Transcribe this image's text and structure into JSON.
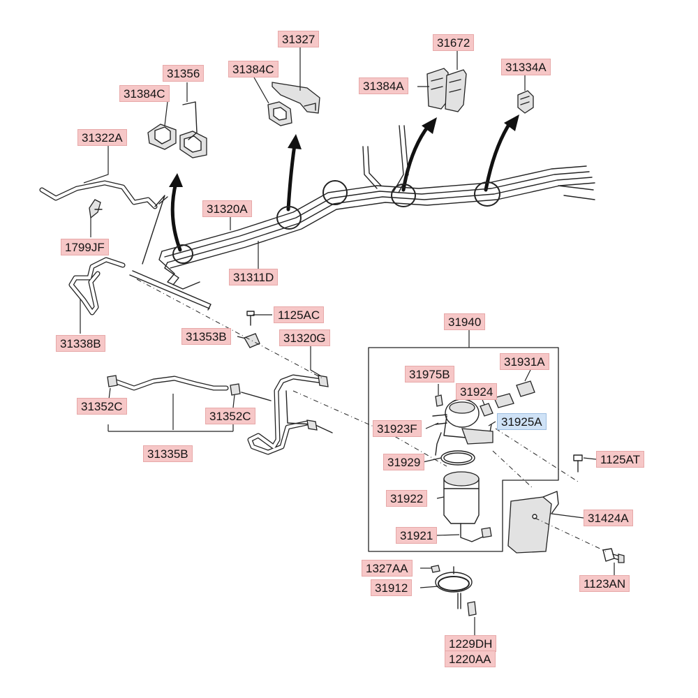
{
  "labels": {
    "p31327": "31327",
    "p31384C_top": "31384C",
    "p31356": "31356",
    "p31384C_left": "31384C",
    "p31672": "31672",
    "p31384A": "31384A",
    "p31334A": "31334A",
    "p31322A": "31322A",
    "p31320A": "31320A",
    "p31311D": "31311D",
    "p1799JF": "1799JF",
    "p31338B": "31338B",
    "p1125AC": "1125AC",
    "p31353B": "31353B",
    "p31320G": "31320G",
    "p31940": "31940",
    "p31975B": "31975B",
    "p31931A": "31931A",
    "p31924": "31924",
    "p31925A": "31925A",
    "p31923F": "31923F",
    "p31929": "31929",
    "p31922": "31922",
    "p31921": "31921",
    "p1125AT": "1125AT",
    "p31424A": "31424A",
    "p31352C_left": "31352C",
    "p31352C_right": "31352C",
    "p31335B": "31335B",
    "p1327AA": "1327AA",
    "p31912": "31912",
    "p1123AN": "1123AN",
    "p1229DH": "1229DH",
    "p1220AA": "1220AA"
  },
  "selected_label": "31925A",
  "colors": {
    "label_fill": "#f6c7c7",
    "selected_fill": "#cfe2f6",
    "line": "#222222"
  }
}
